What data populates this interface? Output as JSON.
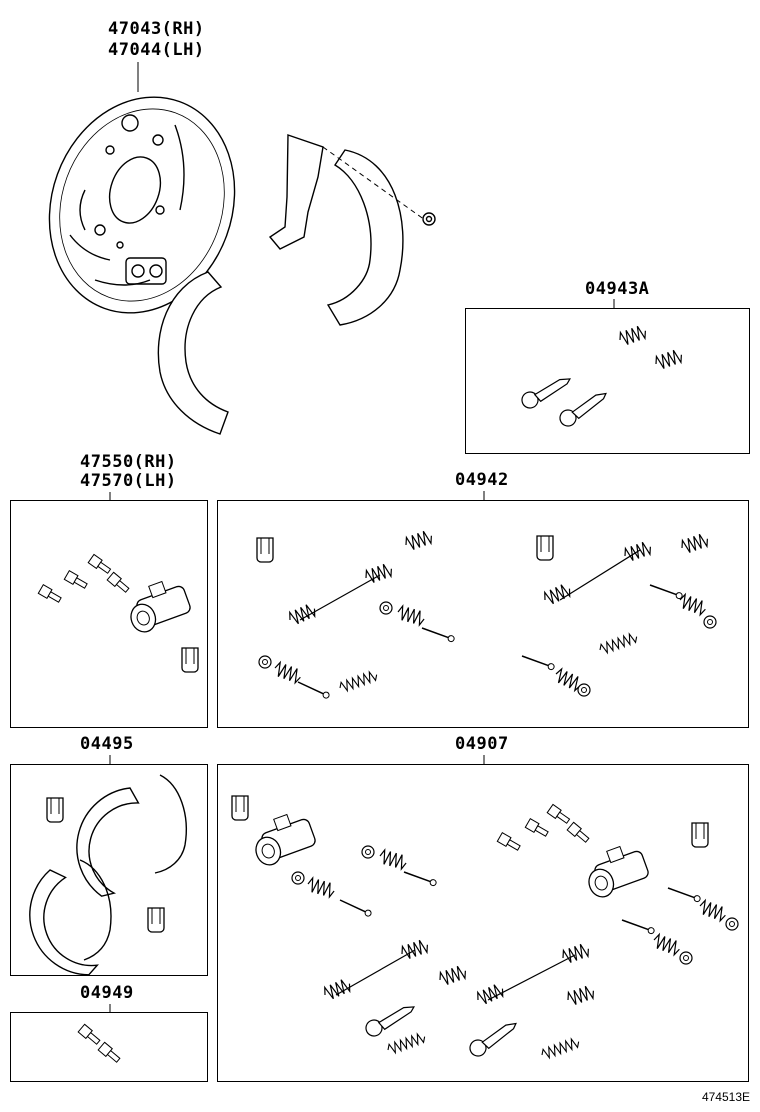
{
  "labels": {
    "backing_plate_rh": "47043(RH)",
    "backing_plate_lh": "47044(LH)",
    "kit_04943a": "04943A",
    "cylinder_rh": "47550(RH)",
    "cylinder_lh": "47570(LH)",
    "kit_04942": "04942",
    "kit_04495": "04495",
    "kit_04907": "04907",
    "kit_04949": "04949"
  },
  "diagram_id": "474513E",
  "colors": {
    "line": "#000000",
    "background": "#ffffff"
  }
}
